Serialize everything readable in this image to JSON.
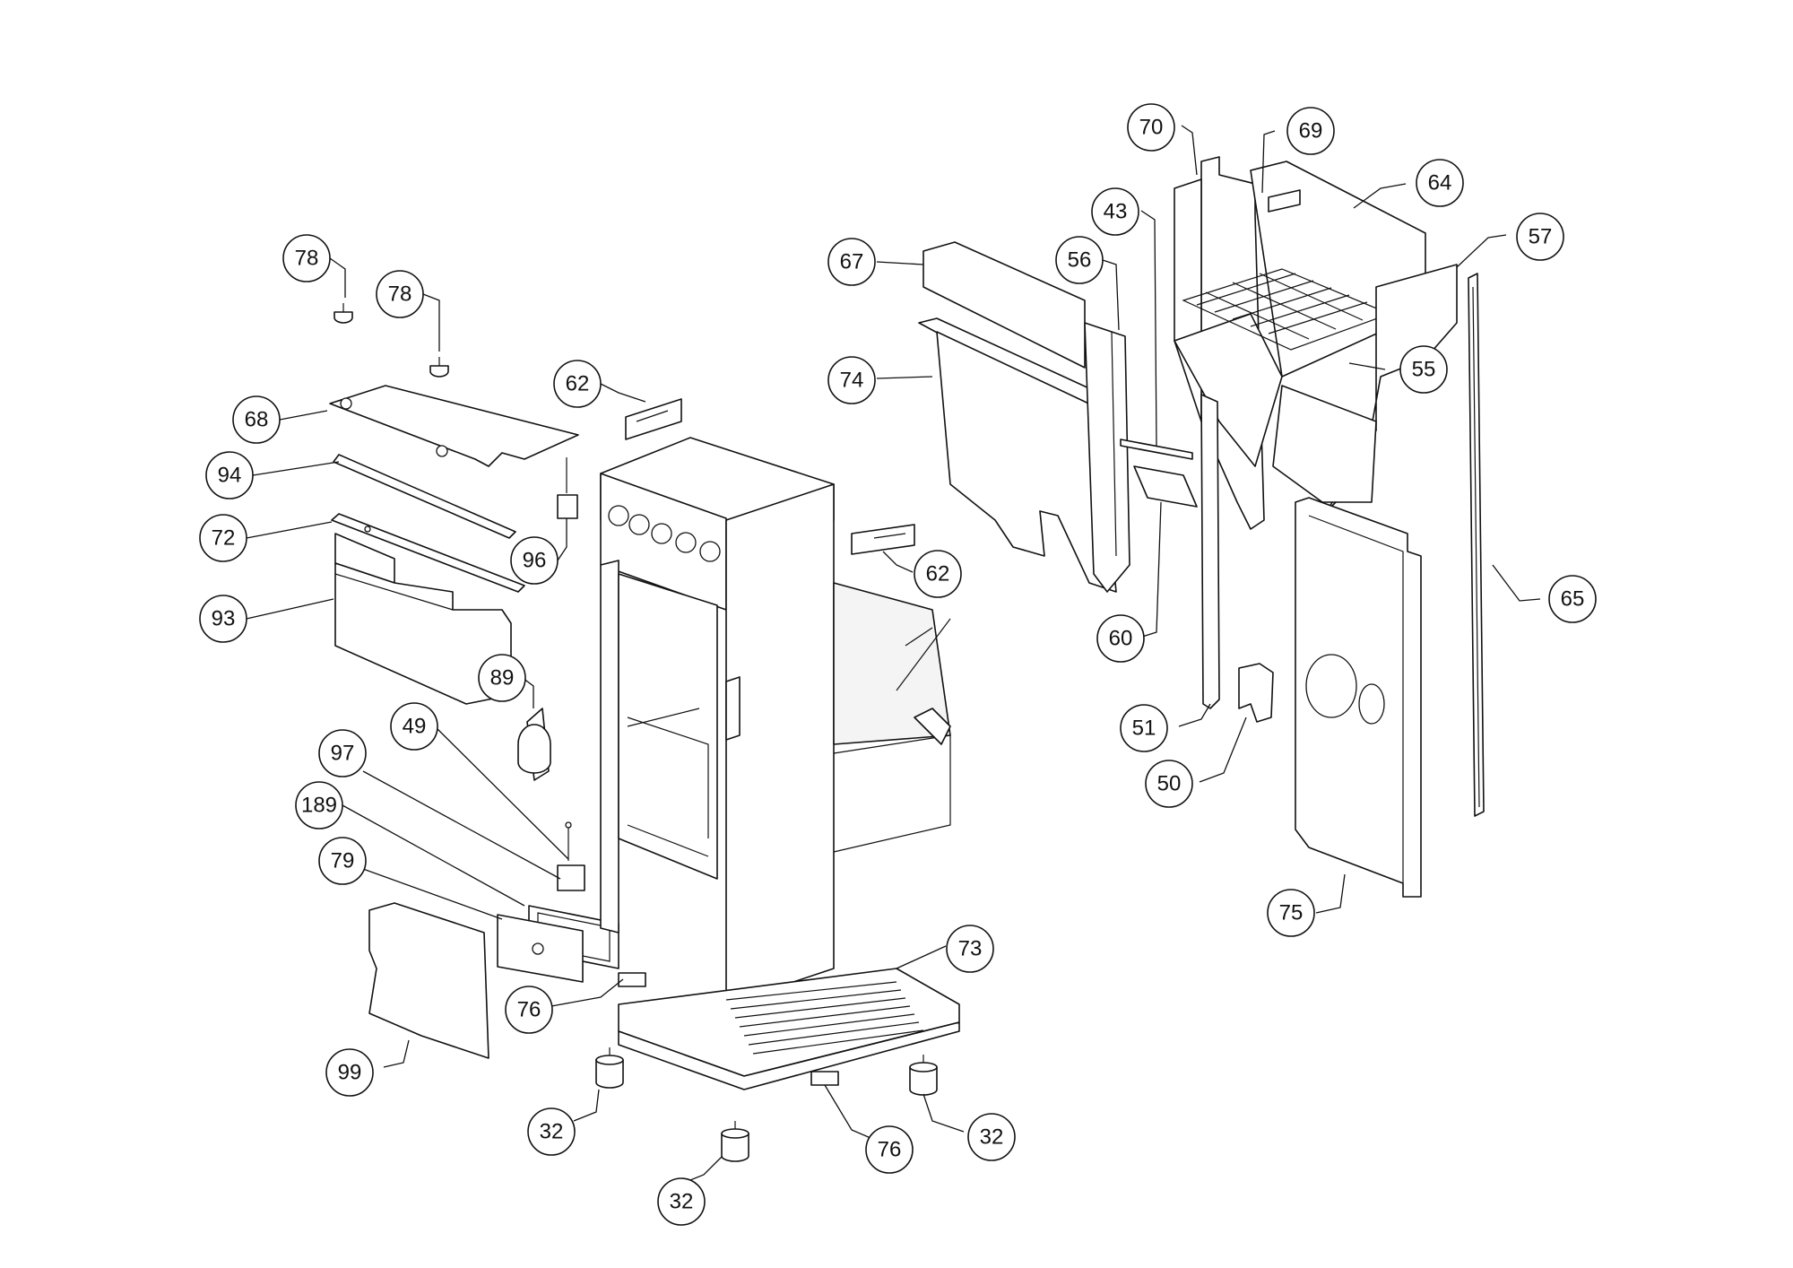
{
  "callouts": [
    {
      "id": "c78a",
      "label": "78"
    },
    {
      "id": "c78b",
      "label": "78"
    },
    {
      "id": "c68",
      "label": "68"
    },
    {
      "id": "c94",
      "label": "94"
    },
    {
      "id": "c72",
      "label": "72"
    },
    {
      "id": "c93",
      "label": "93"
    },
    {
      "id": "c96",
      "label": "96"
    },
    {
      "id": "c62a",
      "label": "62"
    },
    {
      "id": "c89",
      "label": "89"
    },
    {
      "id": "c49",
      "label": "49"
    },
    {
      "id": "c97",
      "label": "97"
    },
    {
      "id": "c189",
      "label": "189"
    },
    {
      "id": "c79",
      "label": "79"
    },
    {
      "id": "c99",
      "label": "99"
    },
    {
      "id": "c76a",
      "label": "76"
    },
    {
      "id": "c32a",
      "label": "32"
    },
    {
      "id": "c32b",
      "label": "32"
    },
    {
      "id": "c76b",
      "label": "76"
    },
    {
      "id": "c32c",
      "label": "32"
    },
    {
      "id": "c73",
      "label": "73"
    },
    {
      "id": "c67",
      "label": "67"
    },
    {
      "id": "c74",
      "label": "74"
    },
    {
      "id": "c56",
      "label": "56"
    },
    {
      "id": "c43",
      "label": "43"
    },
    {
      "id": "c60",
      "label": "60"
    },
    {
      "id": "c62b",
      "label": "62"
    },
    {
      "id": "c70",
      "label": "70"
    },
    {
      "id": "c69",
      "label": "69"
    },
    {
      "id": "c64",
      "label": "64"
    },
    {
      "id": "c57",
      "label": "57"
    },
    {
      "id": "c55",
      "label": "55"
    },
    {
      "id": "c65",
      "label": "65"
    },
    {
      "id": "c51",
      "label": "51"
    },
    {
      "id": "c50",
      "label": "50"
    },
    {
      "id": "c75",
      "label": "75"
    }
  ]
}
